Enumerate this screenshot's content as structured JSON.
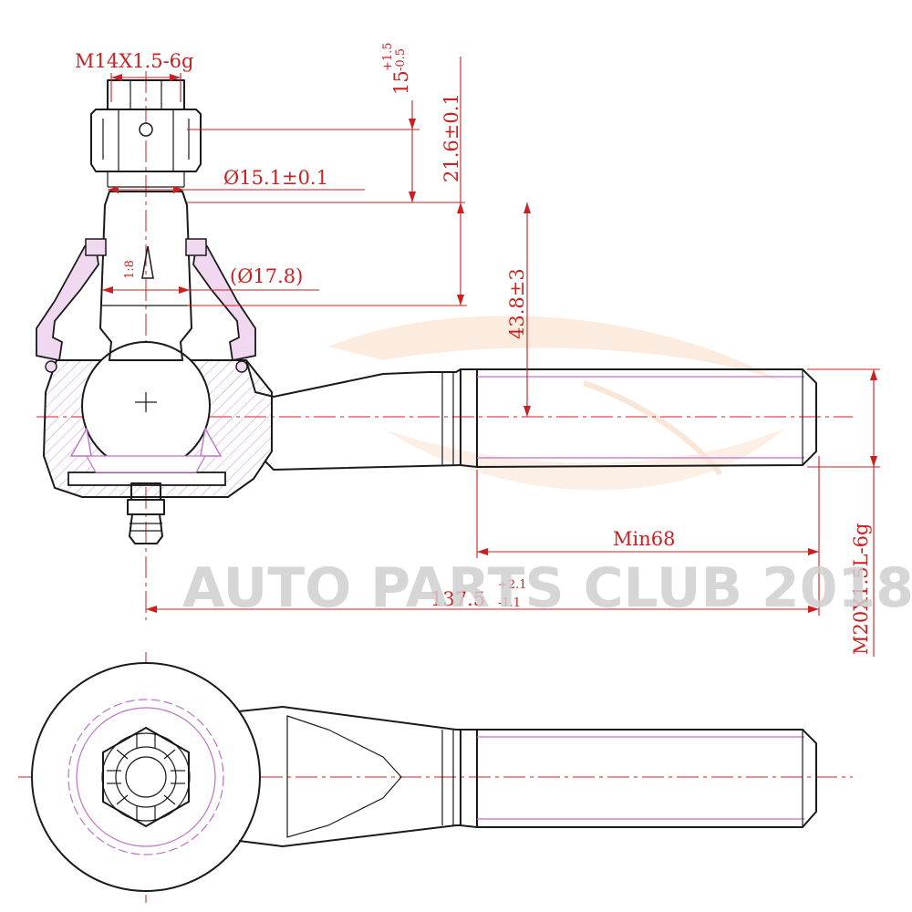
{
  "drawing": {
    "colors": {
      "outline": "#1a1a1a",
      "dimension": "#cc1f1f",
      "hatch": "#c070c8",
      "boot_fill": "#f0d8f0",
      "watermark": "#cfcfcf"
    },
    "dimensions": {
      "thread_top": "M14X1.5-6g",
      "thread_top_len_base": "15",
      "thread_top_len_tol_upper": "+1.5",
      "thread_top_len_tol_lower": "-0.5",
      "diameter_1": "Ø15.1±0.1",
      "length_2": "21.6±0.1",
      "taper": "1:8",
      "diameter_2": "(Ø17.8)",
      "height_1": "43.8±3",
      "min_length": "Min68",
      "total_length_base": "137.5",
      "total_length_tol_upper": "+2.1",
      "total_length_tol_lower": "-1.1",
      "thread_side": "M20X1.5L-6g"
    },
    "watermark_text": "AUTO PARTS CLUB 2018"
  }
}
